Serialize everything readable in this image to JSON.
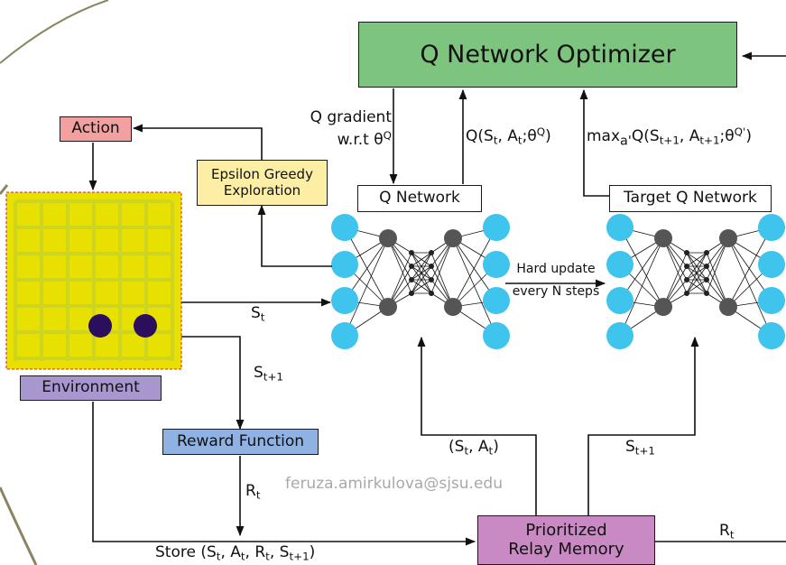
{
  "optimizer": {
    "label": "Q Network Optimizer"
  },
  "action": {
    "label": "Action"
  },
  "epsilon": {
    "line1": "Epsilon Greedy",
    "line2": "Exploration"
  },
  "environment": {
    "label": "Environment"
  },
  "q_network": {
    "label": "Q Network"
  },
  "target_network": {
    "label": "Target Q Network"
  },
  "reward": {
    "label": "Reward Function"
  },
  "memory": {
    "line1": "Prioritized",
    "line2": "Relay Memory"
  },
  "edge_labels": {
    "q_gradient_1": "Q gradient",
    "q_gradient_2": "w.r.t θ",
    "q_gradient_sup": "Q",
    "hard_update_1": "Hard update",
    "hard_update_2": "every N steps",
    "watermark": "feruza.amirkulova@sjsu.edu"
  },
  "colors": {
    "optimizer": "#7dc47f",
    "action": "#f2a0a0",
    "epsilon": "#fdeea6",
    "environment": "#a896cf",
    "reward": "#8fb2e3",
    "memory": "#c98ac4",
    "node_blue": "#3fc4ee",
    "node_gray": "#555555",
    "grid_bg": "#e8e000"
  }
}
